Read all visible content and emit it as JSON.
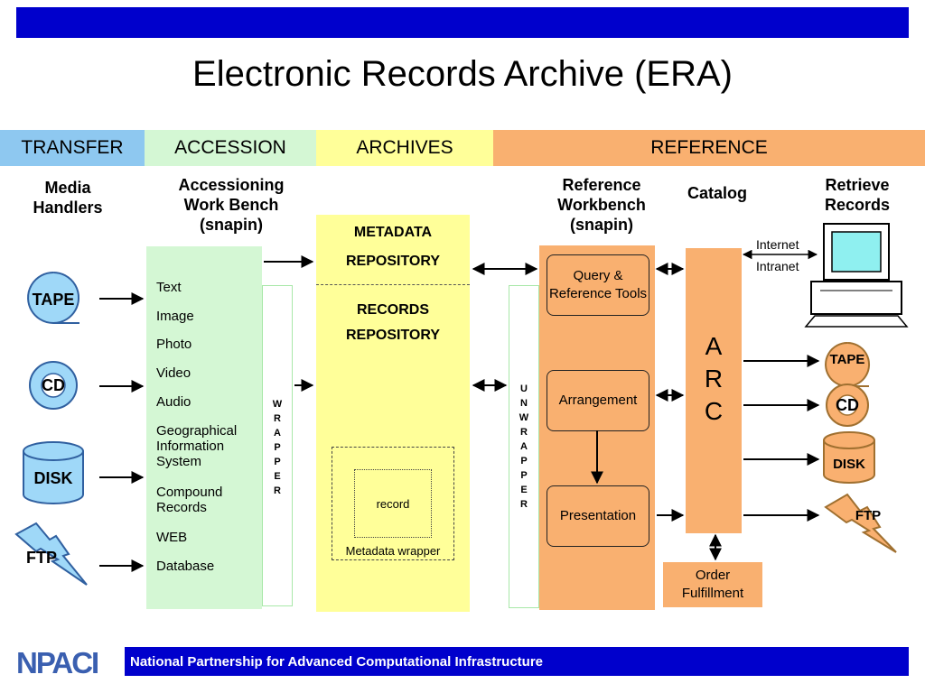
{
  "title": "Electronic Records Archive (ERA)",
  "headers": {
    "transfer": "TRANSFER",
    "accession": "ACCESSION",
    "archives": "ARCHIVES",
    "reference": "REFERENCE"
  },
  "labels": {
    "media_handlers": "Media Handlers",
    "accessioning": "Accessioning Work Bench (snapin)",
    "reference_workbench": "Reference Workbench (snapin)",
    "catalog": "Catalog",
    "retrieve": "Retrieve Records"
  },
  "media_left": [
    "TAPE",
    "CD",
    "DISK",
    "FTP"
  ],
  "media_right": [
    "TAPE",
    "CD",
    "DISK",
    "FTP"
  ],
  "accession_items": [
    "Text",
    "Image",
    "Photo",
    "Video",
    "Audio",
    "Geographical Information System",
    "Compound Records",
    "WEB",
    "Database"
  ],
  "wrapper_letters": [
    "W",
    "R",
    "A",
    "P",
    "P",
    "E",
    "R"
  ],
  "unwrapper_letters": [
    "U",
    "N",
    "W",
    "R",
    "A",
    "P",
    "P",
    "E",
    "R"
  ],
  "metadata_repo": [
    "METADATA",
    "REPOSITORY"
  ],
  "records_repo": [
    "RECORDS",
    "REPOSITORY"
  ],
  "record": "record",
  "metadata_wrapper": "Metadata wrapper",
  "tools": {
    "query": "Query & Reference Tools",
    "arrangement": "Arrangement",
    "presentation": "Presentation"
  },
  "arc_letters": [
    "A",
    "R",
    "C"
  ],
  "internet": "Internet",
  "intranet": "Intranet",
  "order_fulfillment": "Order Fulfillment",
  "logo": "NPACI",
  "footer": "National Partnership for Advanced Computational Infrastructure",
  "colors": {
    "blue": "#0000cc",
    "transfer": "#8ec8f0",
    "accession": "#d4f7d4",
    "archives": "#ffff99",
    "reference": "#f9b070",
    "media": "#9fd8f8"
  }
}
